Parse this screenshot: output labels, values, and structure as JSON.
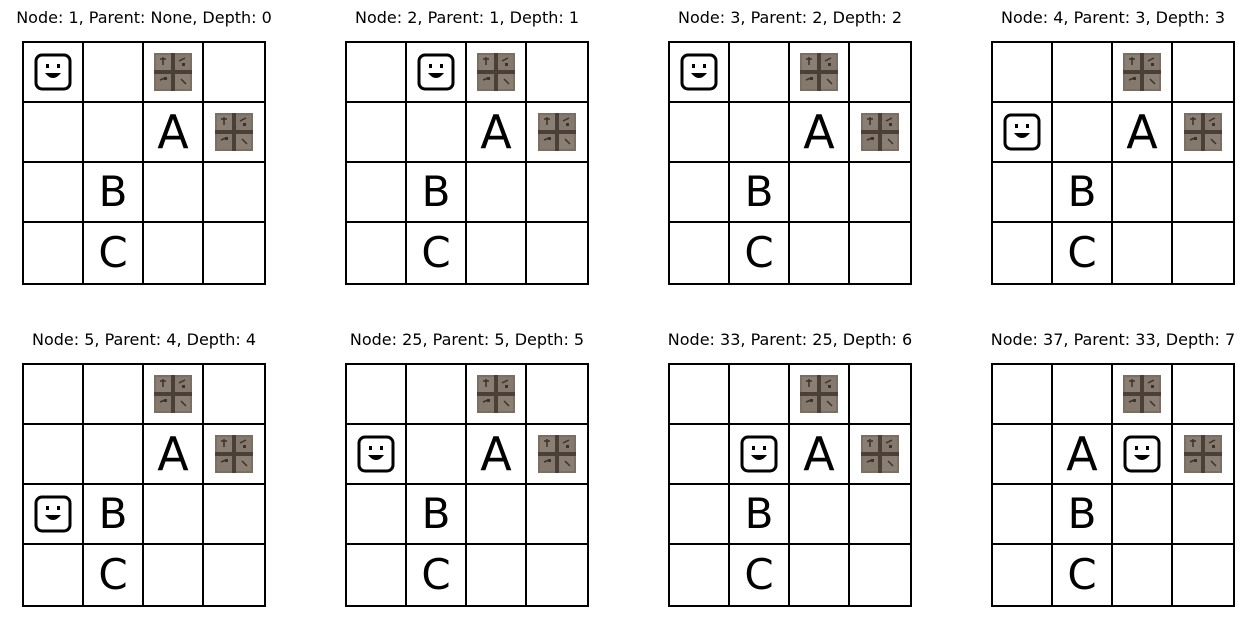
{
  "panels": [
    {
      "title": "Node: 1, Parent: None, Depth: 0",
      "cells": [
        [
          "agent",
          "",
          "wall",
          ""
        ],
        [
          "",
          "",
          "A",
          "wall"
        ],
        [
          "",
          "B",
          "",
          ""
        ],
        [
          "",
          "C",
          "",
          ""
        ]
      ]
    },
    {
      "title": "Node: 2, Parent: 1, Depth: 1",
      "cells": [
        [
          "",
          "agent",
          "wall",
          ""
        ],
        [
          "",
          "",
          "A",
          "wall"
        ],
        [
          "",
          "B",
          "",
          ""
        ],
        [
          "",
          "C",
          "",
          ""
        ]
      ]
    },
    {
      "title": "Node: 3, Parent: 2, Depth: 2",
      "cells": [
        [
          "agent",
          "",
          "wall",
          ""
        ],
        [
          "",
          "",
          "A",
          "wall"
        ],
        [
          "",
          "B",
          "",
          ""
        ],
        [
          "",
          "C",
          "",
          ""
        ]
      ]
    },
    {
      "title": "Node: 4, Parent: 3, Depth: 3",
      "cells": [
        [
          "",
          "",
          "wall",
          ""
        ],
        [
          "agent",
          "",
          "A",
          "wall"
        ],
        [
          "",
          "B",
          "",
          ""
        ],
        [
          "",
          "C",
          "",
          ""
        ]
      ]
    },
    {
      "title": "Node: 5, Parent: 4, Depth: 4",
      "cells": [
        [
          "",
          "",
          "wall",
          ""
        ],
        [
          "",
          "",
          "A",
          "wall"
        ],
        [
          "agent",
          "B",
          "",
          ""
        ],
        [
          "",
          "C",
          "",
          ""
        ]
      ]
    },
    {
      "title": "Node: 25, Parent: 5, Depth: 5",
      "cells": [
        [
          "",
          "",
          "wall",
          ""
        ],
        [
          "agent",
          "",
          "A",
          "wall"
        ],
        [
          "",
          "B",
          "",
          ""
        ],
        [
          "",
          "C",
          "",
          ""
        ]
      ]
    },
    {
      "title": "Node: 33, Parent: 25, Depth: 6",
      "cells": [
        [
          "",
          "",
          "wall",
          ""
        ],
        [
          "",
          "agent",
          "A",
          "wall"
        ],
        [
          "",
          "B",
          "",
          ""
        ],
        [
          "",
          "C",
          "",
          ""
        ]
      ]
    },
    {
      "title": "Node: 37, Parent: 33, Depth: 7",
      "cells": [
        [
          "",
          "",
          "wall",
          ""
        ],
        [
          "",
          "A",
          "agent",
          "wall"
        ],
        [
          "",
          "B",
          "",
          ""
        ],
        [
          "",
          "C",
          "",
          ""
        ]
      ]
    }
  ],
  "legend_icons": {
    "agent": "smiley-agent-icon",
    "wall": "stone-wall-tile-icon"
  },
  "colors": {
    "grid_line": "#000000",
    "wall_base": "#7a6f63",
    "wall_dark": "#4a4038",
    "background": "#ffffff"
  }
}
